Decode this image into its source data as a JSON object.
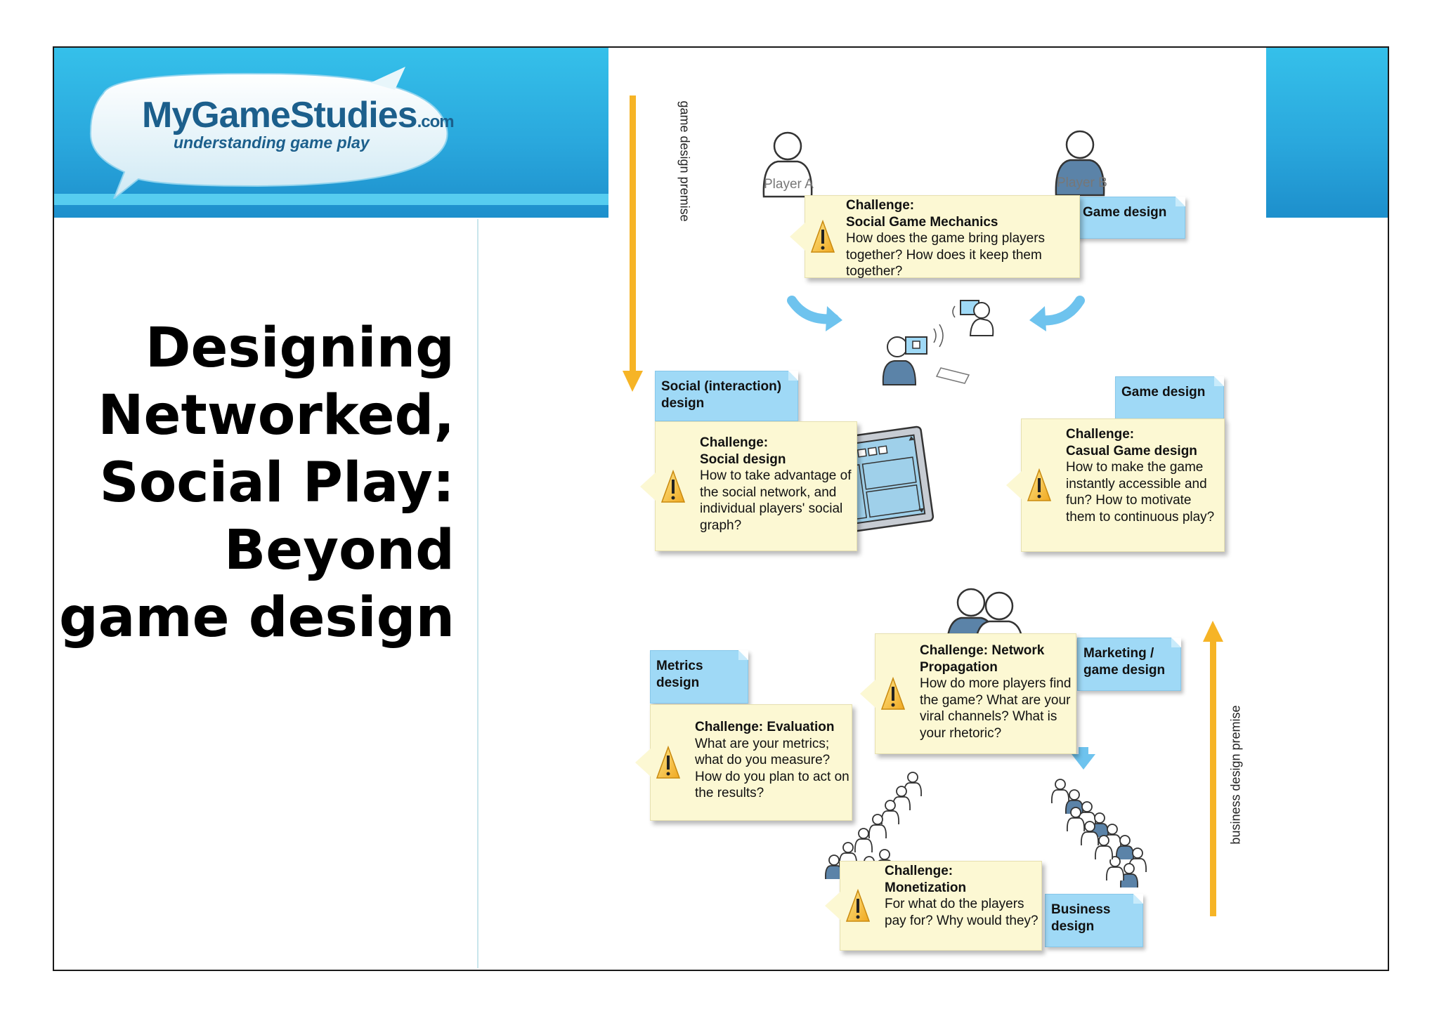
{
  "logo": {
    "name": "MyGameStudies",
    "domain": ".com",
    "tagline": "understanding game play"
  },
  "title_lines": [
    "Designing",
    "Networked,",
    "Social Play:",
    "Beyond",
    "game design"
  ],
  "diagram": {
    "premise_left": "game design premise",
    "premise_right": "business design premise",
    "players": [
      "Player A",
      "Player B"
    ],
    "tags": {
      "game_design_top": "Game design",
      "social": "Social (interaction) design",
      "game_design_mid": "Game design",
      "metrics": "Metrics design",
      "marketing": "Marketing / game design",
      "business": "Business design"
    },
    "cards": {
      "social_mechanics": {
        "heading": "Challenge:\nSocial Game Mechanics",
        "text": "How does the game bring players together? How does it keep them together?"
      },
      "social_design": {
        "heading": "Challenge:\nSocial design",
        "text": "How to take advantage of the social network, and individual players' social graph?"
      },
      "casual": {
        "heading": "Challenge:\nCasual Game design",
        "text": "How to make the game instantly accessible and fun? How to motivate them to continuous play?"
      },
      "propagation": {
        "heading": "Challenge: Network Propagation",
        "text": "How do more players find the game? What are your viral channels? What is your rhetoric?"
      },
      "evaluation": {
        "heading": "Challenge: Evaluation",
        "text": "What are your metrics; what do you measure? How do you plan to act on the results?"
      },
      "monetization": {
        "heading": "Challenge:\nMonetization",
        "text": "For what do the players pay for? Why would they?"
      }
    }
  }
}
